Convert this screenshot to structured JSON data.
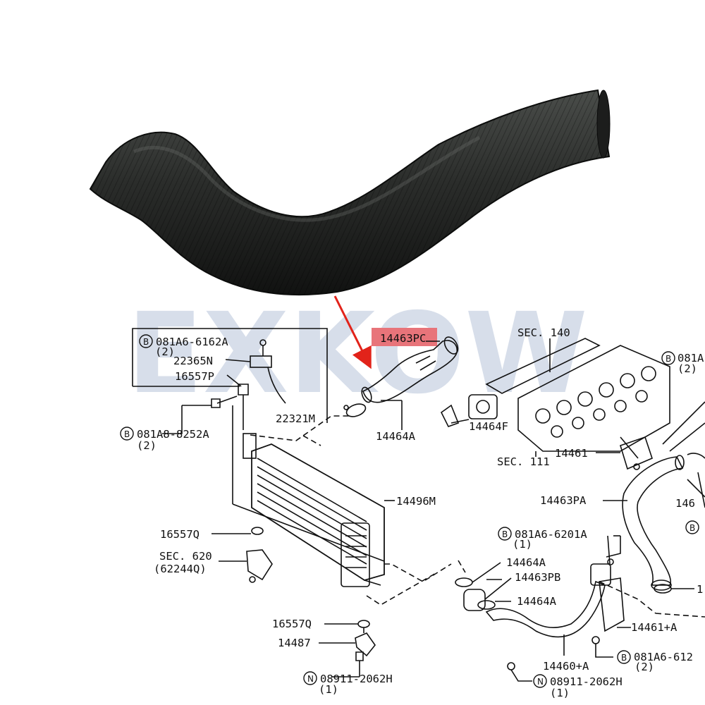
{
  "watermark": "EXKOW",
  "labels": {
    "highlight": "14463PC",
    "sec140": "SEC. 140",
    "bolt1": "081A6-6162A",
    "bolt1_qty": "(2)",
    "p22365n": "22365N",
    "p16557p": "16557P",
    "p22321m": "22321M",
    "bolt2": "081A8-8252A",
    "bolt2_qty": "(2)",
    "p14464a_top": "14464A",
    "p14464f": "14464F",
    "sec111": "SEC. 111",
    "p14461": "14461",
    "p14463pa": "14463PA",
    "p14496m": "14496M",
    "p16557q_1": "16557Q",
    "sec620": "SEC. 620",
    "sec620_sub": "(62244Q)",
    "bolt3": "081A6-6201A",
    "bolt3_qty": "(1)",
    "p14464a_mid": "14464A",
    "p14463pb": "14463PB",
    "p14464a_low": "14464A",
    "p14461a": "14461+A",
    "p16557q_2": "16557Q",
    "p14487": "14487",
    "bolt4": "081A6-612",
    "bolt4_qty": "(2)",
    "p14460a": "14460+A",
    "nut1": "08911-2062H",
    "nut1_qty": "(1)",
    "nut2": "08911-2062H",
    "nut2_qty": "(1)",
    "edge_bolt": "081A",
    "edge_bolt_qty": "(2)",
    "edge_146": "146",
    "edge_1": "1"
  },
  "colors": {
    "highlight_fill": "#e8747a",
    "arrow": "#e2231a",
    "hose": "#2a2c2a",
    "line": "#111111"
  }
}
